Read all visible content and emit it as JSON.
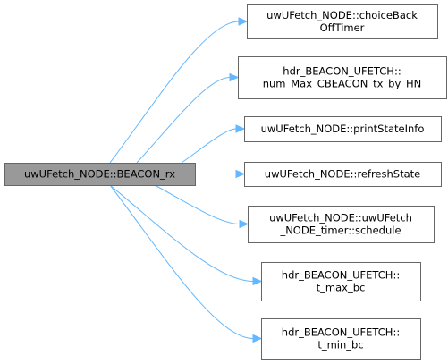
{
  "diagram": {
    "type": "call-graph",
    "root": {
      "lines": [
        "uwUFetch_NODE::BEACON_rx"
      ]
    },
    "callees": [
      {
        "lines": [
          "uwUFetch_NODE::choiceBack",
          "OffTimer"
        ]
      },
      {
        "lines": [
          "hdr_BEACON_UFETCH::",
          "num_Max_CBEACON_tx_by_HN"
        ]
      },
      {
        "lines": [
          "uwUFetch_NODE::printStateInfo"
        ]
      },
      {
        "lines": [
          "uwUFetch_NODE::refreshState"
        ]
      },
      {
        "lines": [
          "uwUFetch_NODE::uwUFetch",
          "_NODE_timer::schedule"
        ]
      },
      {
        "lines": [
          "hdr_BEACON_UFETCH::",
          "t_max_bc"
        ]
      },
      {
        "lines": [
          "hdr_BEACON_UFETCH::",
          "t_min_bc"
        ]
      }
    ],
    "colors": {
      "root_fill": "#999999",
      "node_fill": "#ffffff",
      "node_border": "#666666",
      "edge": "#63b8ff",
      "text": "#000000"
    }
  }
}
